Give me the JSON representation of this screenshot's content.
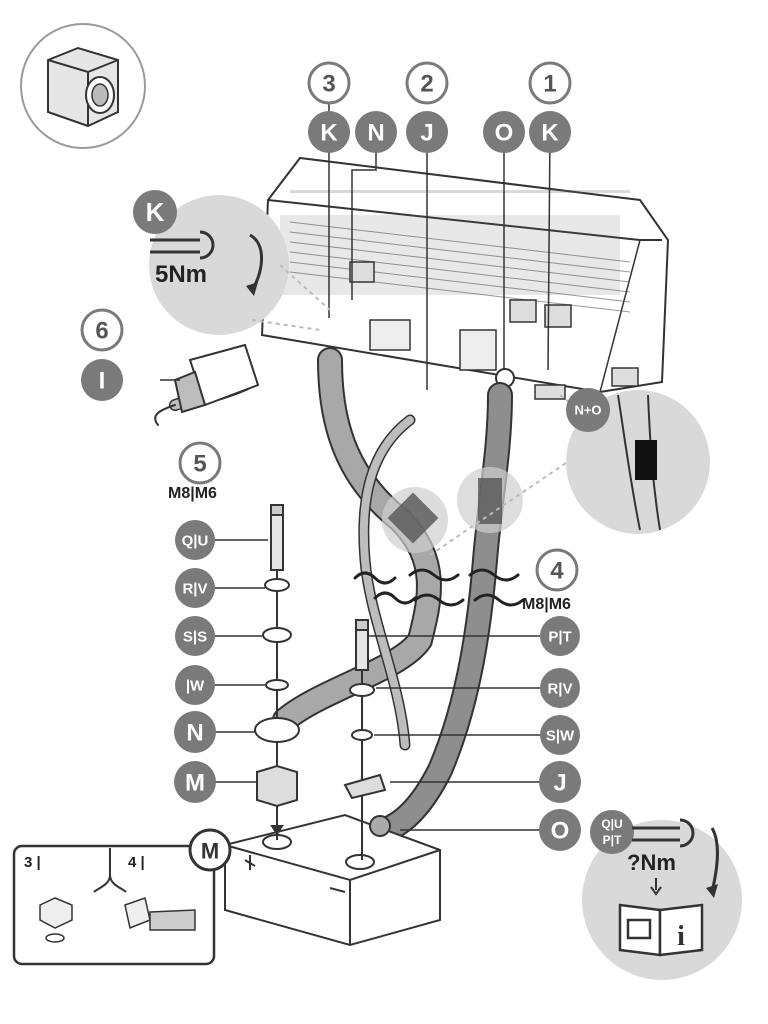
{
  "steps": {
    "step1": "1",
    "step2": "2",
    "step3": "3",
    "step4": "4",
    "step5": "5",
    "step6": "6",
    "inset_step3": "3 |",
    "inset_step4": "4 |"
  },
  "top_labels": [
    "K",
    "N",
    "J",
    "O",
    "K"
  ],
  "torque_k": {
    "badge": "K",
    "value": "5Nm"
  },
  "mains": {
    "badge": "I"
  },
  "nplus_o": "N+O",
  "bolt_left": {
    "size": "M8|M6",
    "parts": [
      "Q|U",
      "R|V",
      "S|S",
      "|W",
      "N",
      "M"
    ]
  },
  "bolt_right": {
    "size": "M8|M6",
    "parts": [
      "P|T",
      "R|V",
      "S|W",
      "J",
      "O"
    ]
  },
  "inset_m": "M",
  "torque_unknown": {
    "badge_top": "Q|U",
    "badge_bottom": "P|T",
    "value": "?Nm"
  },
  "colors": {
    "badge": "#7a7a7a",
    "outline": "#333333",
    "cable": "#9a9a9a",
    "gray_circle": "#d9d9d9"
  }
}
